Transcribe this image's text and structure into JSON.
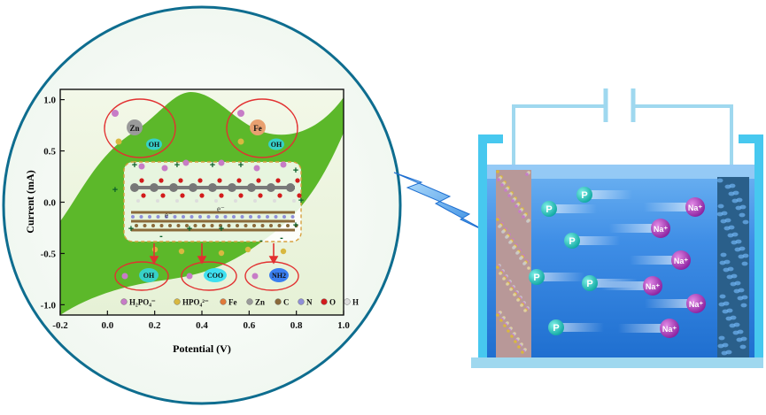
{
  "chart_data": {
    "type": "line",
    "xlabel": "Potential (V)",
    "ylabel": "Current (mA)",
    "xlim": [
      -0.2,
      1.0
    ],
    "ylim": [
      -1.1,
      1.1
    ],
    "xticks": [
      "-0.2",
      "0.0",
      "0.2",
      "0.4",
      "0.6",
      "0.8",
      "1.0"
    ],
    "yticks": [
      "1.0",
      "0.5",
      "0.0",
      "-0.5",
      "-1.0"
    ],
    "fill_color": "#5cb82a"
  },
  "inset": {
    "metal_top": [
      {
        "element": "Zn",
        "group": "OH"
      },
      {
        "element": "Fe",
        "group": "OH"
      }
    ],
    "groups_bottom": [
      "OH",
      "COO",
      "NH2"
    ],
    "charges": [
      "+",
      "-"
    ],
    "electron": "e⁻"
  },
  "legend": {
    "items": [
      {
        "label": "H₂PO₄⁻",
        "color": "#c77cc7"
      },
      {
        "label": "HPO₄²⁻",
        "color": "#d8b840"
      },
      {
        "label": "Fe",
        "color": "#e07a3a"
      },
      {
        "label": "Zn",
        "color": "#9a9a9a"
      },
      {
        "label": "C",
        "color": "#8a6a3a"
      },
      {
        "label": "N",
        "color": "#8f8fd8"
      },
      {
        "label": "O",
        "color": "#d21c1c"
      },
      {
        "label": "H",
        "color": "#dddddd"
      }
    ]
  },
  "cell": {
    "p_label": "P",
    "na_label": "Na⁺",
    "electrolyte_color": "#3f8ee6",
    "tank_color": "#47c8ef"
  }
}
